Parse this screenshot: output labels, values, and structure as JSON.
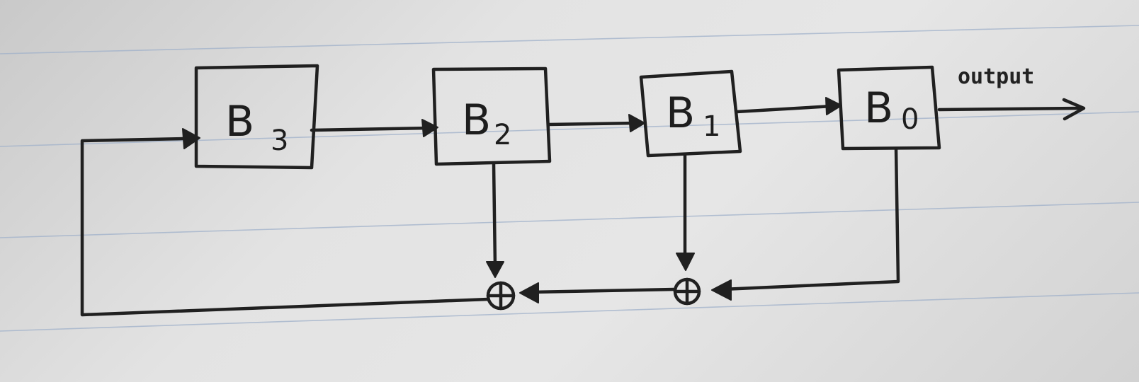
{
  "diagram": {
    "blocks": [
      {
        "id": "B3",
        "letter": "B",
        "index": "3"
      },
      {
        "id": "B2",
        "letter": "B",
        "index": "2"
      },
      {
        "id": "B1",
        "letter": "B",
        "index": "1"
      },
      {
        "id": "B0",
        "letter": "B",
        "index": "0"
      }
    ],
    "output_label": "output",
    "xor_nodes": [
      {
        "id": "xor-1",
        "inputs": [
          "B2",
          "xor-2"
        ],
        "output": "B3"
      },
      {
        "id": "xor-2",
        "inputs": [
          "B1",
          "B0"
        ],
        "output": "xor-1"
      }
    ],
    "connections": [
      {
        "from": "B3",
        "to": "B2"
      },
      {
        "from": "B2",
        "to": "B1"
      },
      {
        "from": "B1",
        "to": "B0"
      },
      {
        "from": "B0",
        "to": "output"
      },
      {
        "from": "B2",
        "to": "xor-1"
      },
      {
        "from": "B1",
        "to": "xor-2"
      },
      {
        "from": "B0",
        "to": "xor-2"
      },
      {
        "from": "xor-2",
        "to": "xor-1"
      },
      {
        "from": "xor-1",
        "to": "B3"
      }
    ],
    "colors": {
      "ink": "#202020",
      "paper": "#e3e3e3",
      "rule_lines": "#9fb0c9"
    }
  }
}
